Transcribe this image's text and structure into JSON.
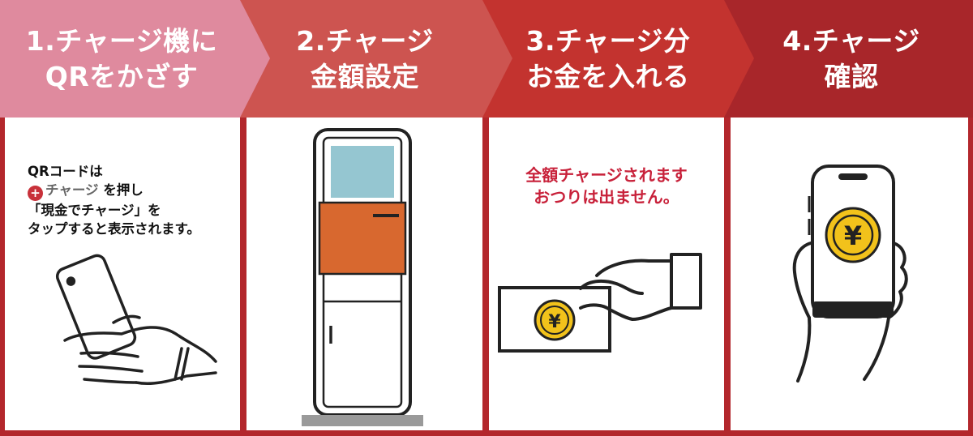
{
  "steps": [
    {
      "title_line1": "1.チャージ機に",
      "title_line2": "QRをかざす",
      "color": "#df8a9e",
      "note_line1": "QRコードは",
      "note_badge": "+",
      "note_line2_word": "チャージ",
      "note_line2_rest": "を押し",
      "note_line3": "「現金でチャージ」を",
      "note_line4": "タップすると表示されます。"
    },
    {
      "title_line1": "2.チャージ",
      "title_line2": "金額設定",
      "color": "#cd5450"
    },
    {
      "title_line1": "3.チャージ分",
      "title_line2": "お金を入れる",
      "color": "#c3332f",
      "note_line1": "全額チャージされます",
      "note_line2": "おつりは出ません。",
      "coin_symbol": "¥"
    },
    {
      "title_line1": "4.チャージ",
      "title_line2": "確認",
      "color": "#a8262a",
      "coin_symbol": "¥"
    }
  ],
  "colors": {
    "frame": "#b3272c",
    "kiosk_screen": "#95c6d1",
    "kiosk_panel": "#d8682f",
    "coin_gold": "#f2c21b",
    "accent_text": "#c8213a"
  }
}
